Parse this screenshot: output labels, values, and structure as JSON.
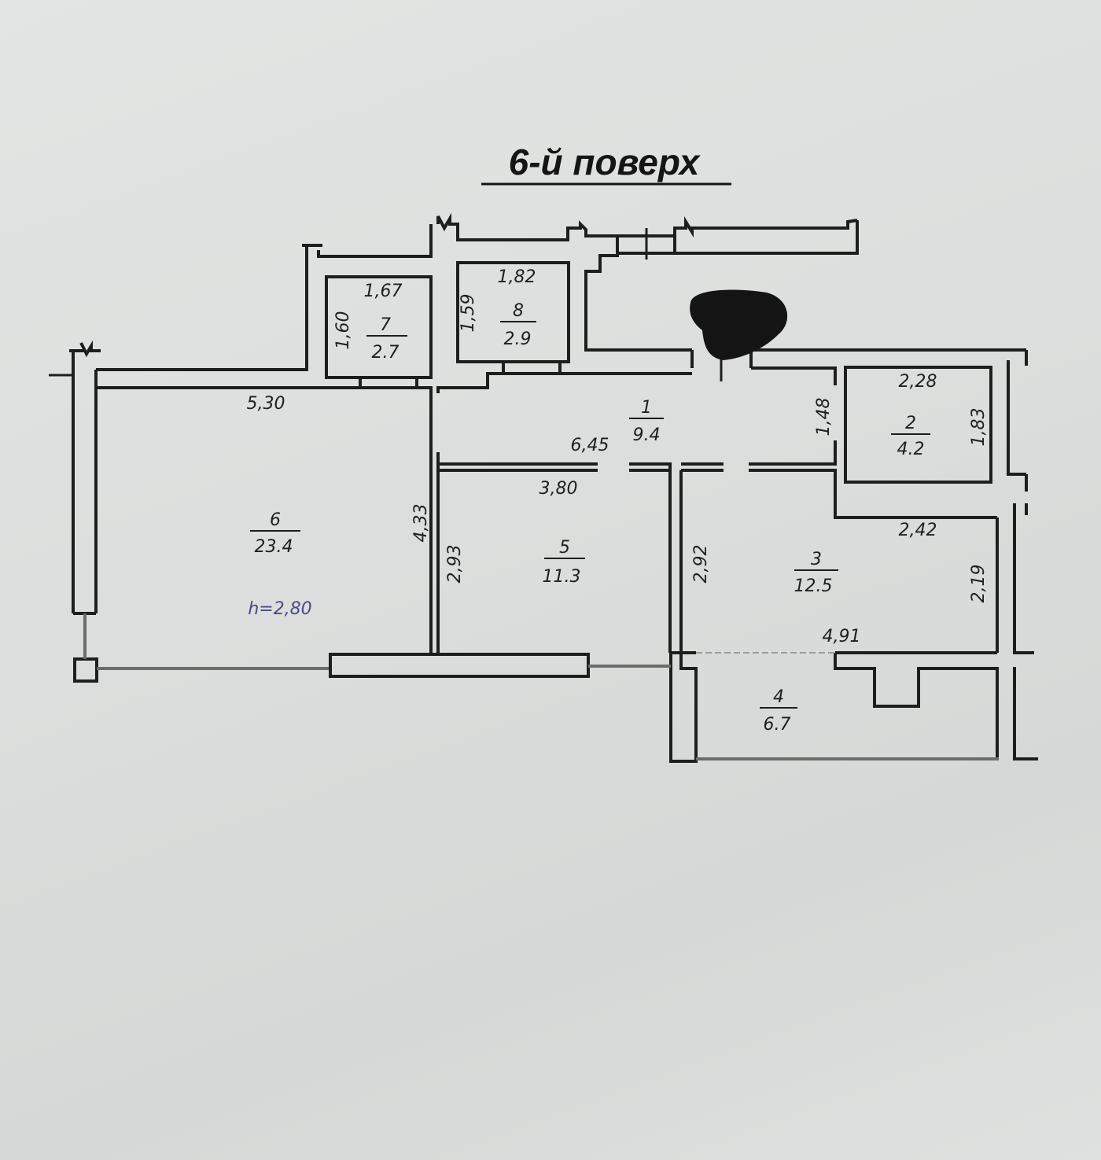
{
  "title": "6-й поверх",
  "ceiling_height": "h=2,80",
  "rooms": [
    {
      "number": "1",
      "area": "9.4"
    },
    {
      "number": "2",
      "area": "4.2"
    },
    {
      "number": "3",
      "area": "12.5"
    },
    {
      "number": "4",
      "area": "6.7"
    },
    {
      "number": "5",
      "area": "11.3"
    },
    {
      "number": "6",
      "area": "23.4"
    },
    {
      "number": "7",
      "area": "2.7"
    },
    {
      "number": "8",
      "area": "2.9"
    }
  ],
  "dimensions": {
    "r7_width": "1,67",
    "r7_height": "1,60",
    "r8_width": "1,82",
    "r8_height": "1,59",
    "r6_width": "5,30",
    "r6_height": "4,33",
    "r1_width": "6,45",
    "r1_height": "1,48",
    "r2_width": "2,28",
    "r2_height": "1,83",
    "r5_width": "3,80",
    "r5_height": "2,93",
    "r3_width": "2,42",
    "r3_height": "2,92",
    "r3_height2": "2,19",
    "r4_width": "4,91"
  },
  "colors": {
    "line": "#1e1e1e",
    "note": "#4a4a86",
    "paper": "#dcdedd"
  }
}
